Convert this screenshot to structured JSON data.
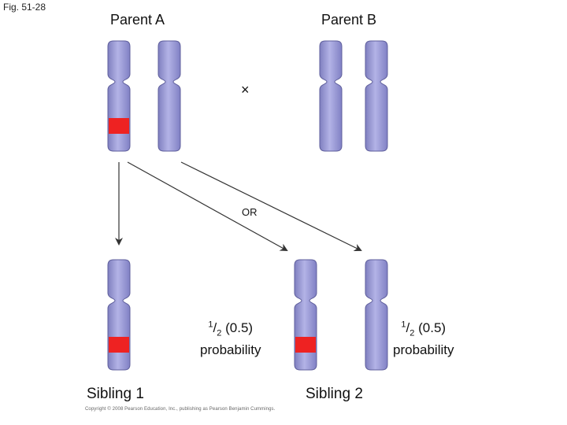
{
  "figure_label": "Fig. 51-28",
  "parents": {
    "a_label": "Parent A",
    "b_label": "Parent B",
    "cross_symbol": "×"
  },
  "or_label": "OR",
  "probability": {
    "numerator": "1",
    "denominator": "2",
    "decimal": "(0.5)",
    "word": "probability"
  },
  "siblings": {
    "one_label": "Sibling 1",
    "two_label": "Sibling 2"
  },
  "copyright": "Copyright © 2008 Pearson Education, Inc., publishing as Pearson Benjamin Cummings.",
  "colors": {
    "chromosome_fill": "#9999d4",
    "chromosome_stroke": "#5f5f9c",
    "marker": "#ee2222",
    "arrow": "#333333"
  }
}
